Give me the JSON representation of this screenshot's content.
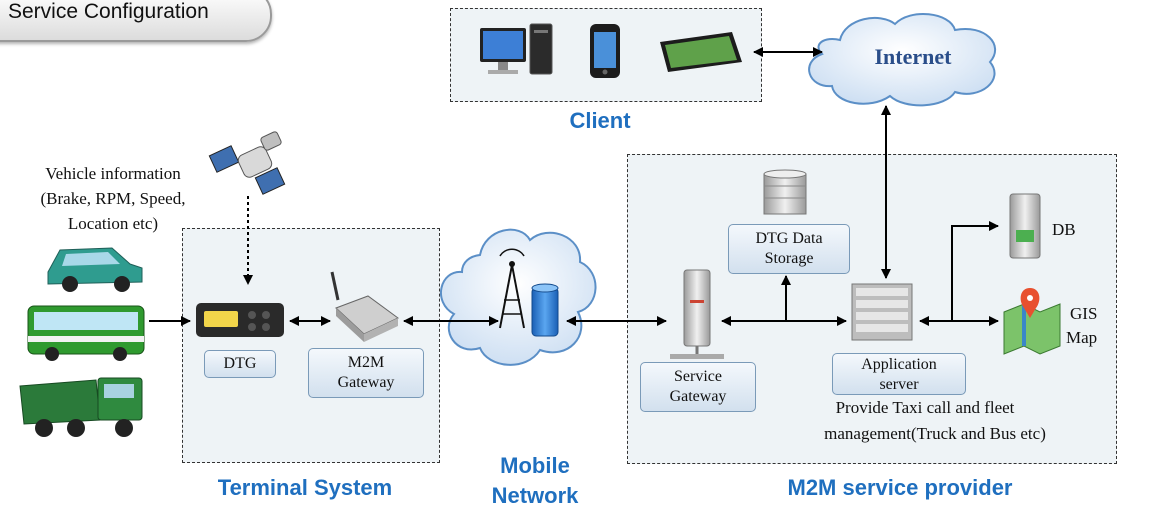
{
  "header": {
    "title": "Service Configuration"
  },
  "vehicle": {
    "title": "Vehicle information",
    "details_line1": "(Brake, RPM, Speed,",
    "details_line2": "Location etc)"
  },
  "client": {
    "title": "Client"
  },
  "internet": {
    "label": "Internet"
  },
  "terminal": {
    "title": "Terminal System",
    "dtg_label": "DTG",
    "gateway_line1": "M2M",
    "gateway_line2": "Gateway"
  },
  "mobile": {
    "line1": "Mobile",
    "line2": "Network"
  },
  "provider": {
    "title": "M2M service provider",
    "storage_line1": "DTG Data",
    "storage_line2": "Storage",
    "service_gateway_line1": "Service",
    "service_gateway_line2": "Gateway",
    "app_server_line1": "Application",
    "app_server_line2": "server",
    "note_line1": "Provide Taxi call  and fleet",
    "note_line2": "management(Truck and Bus etc)",
    "db_label": "DB",
    "gis_line1": "GIS",
    "gis_line2": "Map"
  },
  "colors": {
    "accent_blue": "#1f6fbf",
    "region_fill": "#eef3f6",
    "box_fill": "#dbe6f1"
  }
}
